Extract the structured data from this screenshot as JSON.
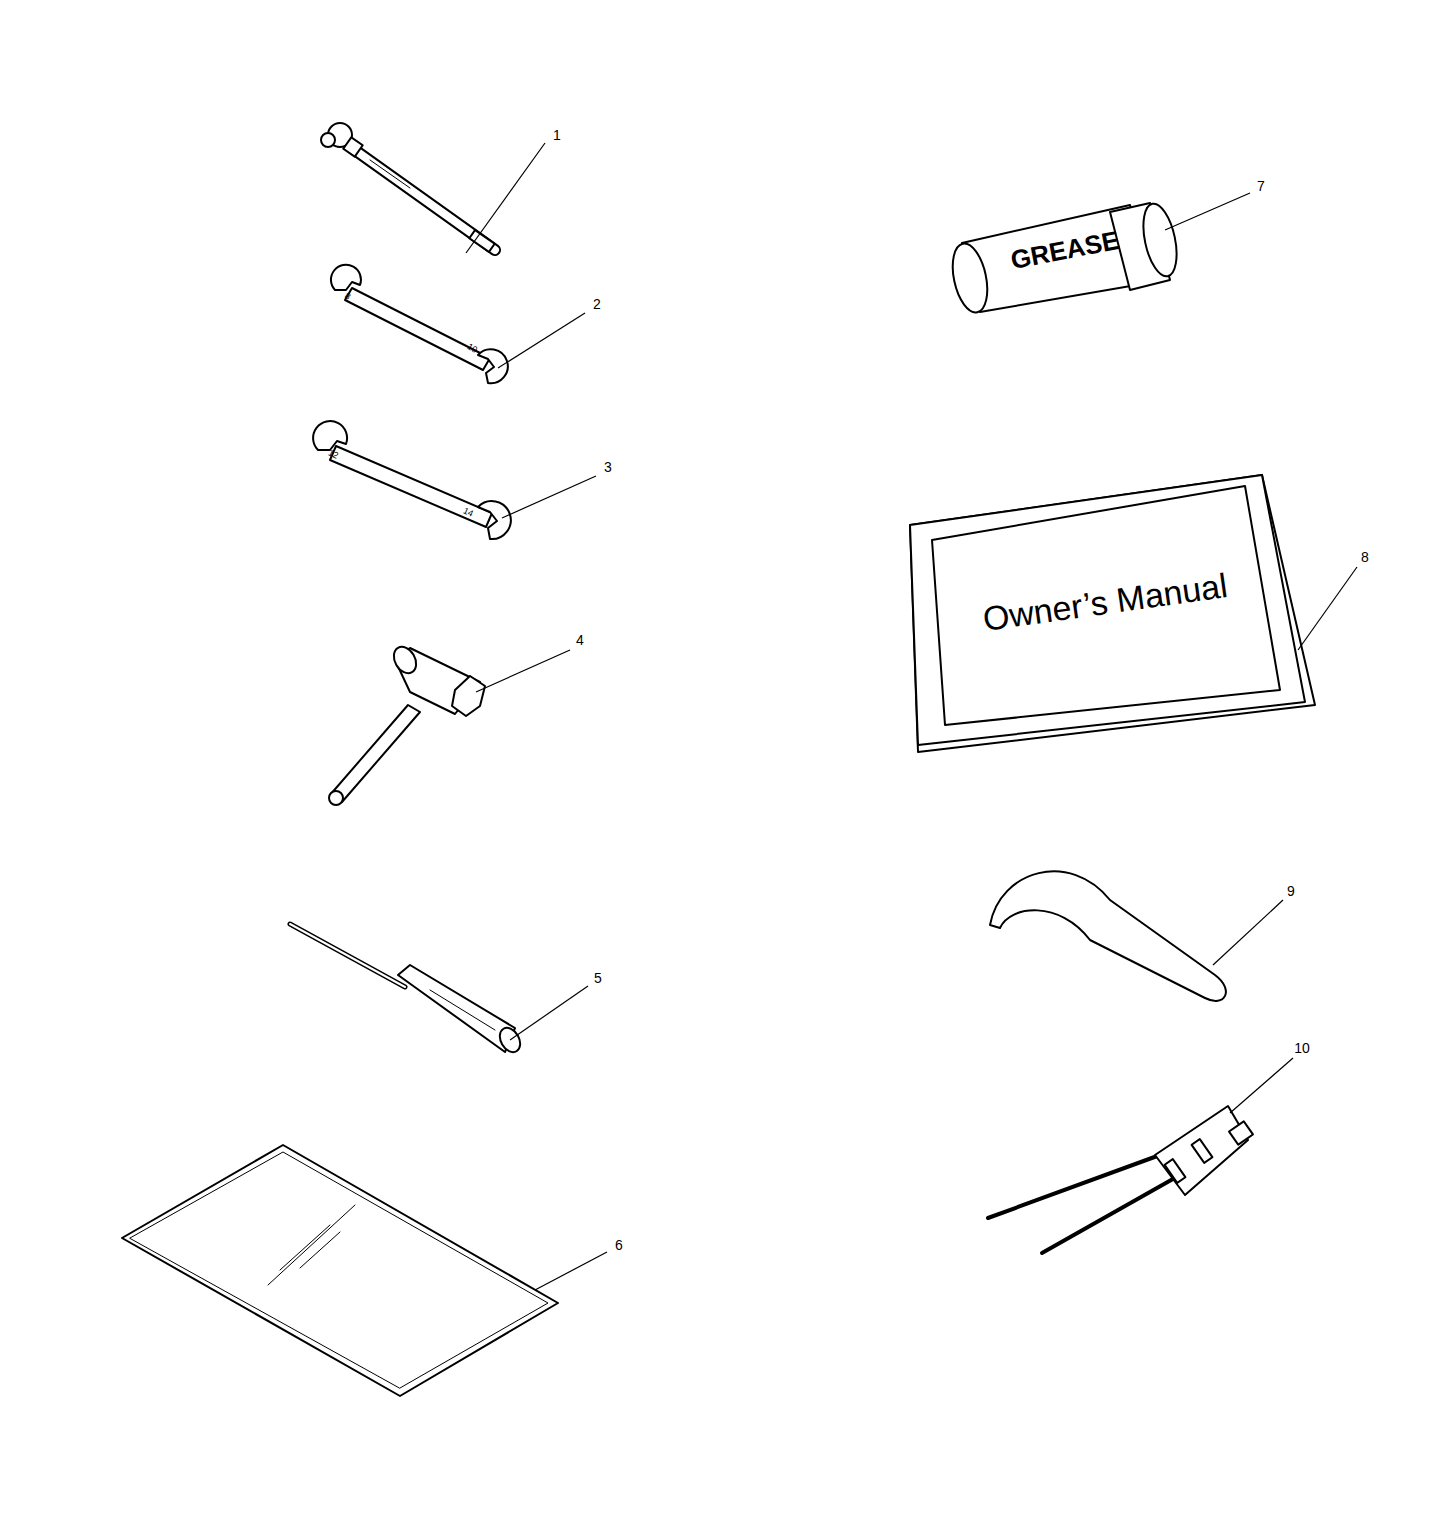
{
  "diagram": {
    "labels": [
      "1",
      "2",
      "3",
      "4",
      "5",
      "6",
      "7",
      "8",
      "9",
      "10",
      "GREASE",
      "Owner’s Manual",
      "8",
      "10",
      "12",
      "14"
    ]
  }
}
